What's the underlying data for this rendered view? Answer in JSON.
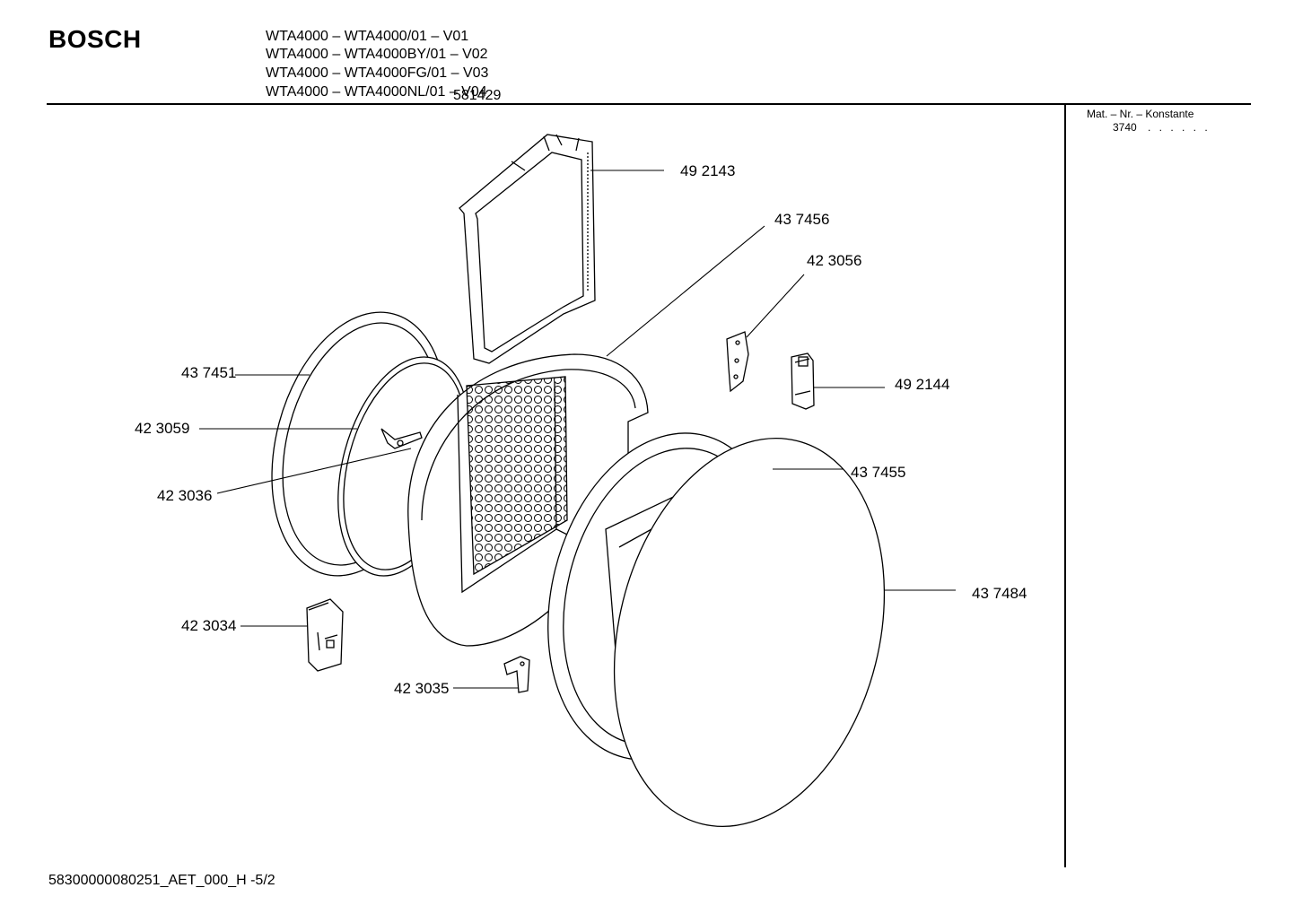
{
  "header": {
    "brand": "BOSCH",
    "models": [
      "WTA4000 – WTA4000/01 – V01",
      "WTA4000 – WTA4000BY/01 – V02",
      "WTA4000 – WTA4000FG/01 – V03",
      "WTA4000 – WTA4000NL/01 – V04"
    ],
    "overlay_code": "581429"
  },
  "sidebar": {
    "mat_label": "Mat. – Nr. – Konstante",
    "mat_value": "3740",
    "mat_dots": ". . . . . ."
  },
  "parts": {
    "p492143": "49 2143",
    "p437456": "43 7456",
    "p423056": "42 3056",
    "p437451": "43 7451",
    "p492144": "49 2144",
    "p423059": "42 3059",
    "p437455": "43 7455",
    "p423036": "42 3036",
    "p437484": "43 7484",
    "p423034": "42 3034",
    "p423035": "42 3035"
  },
  "footer": {
    "code": "58300000080251_AET_000_H   -5/2"
  }
}
